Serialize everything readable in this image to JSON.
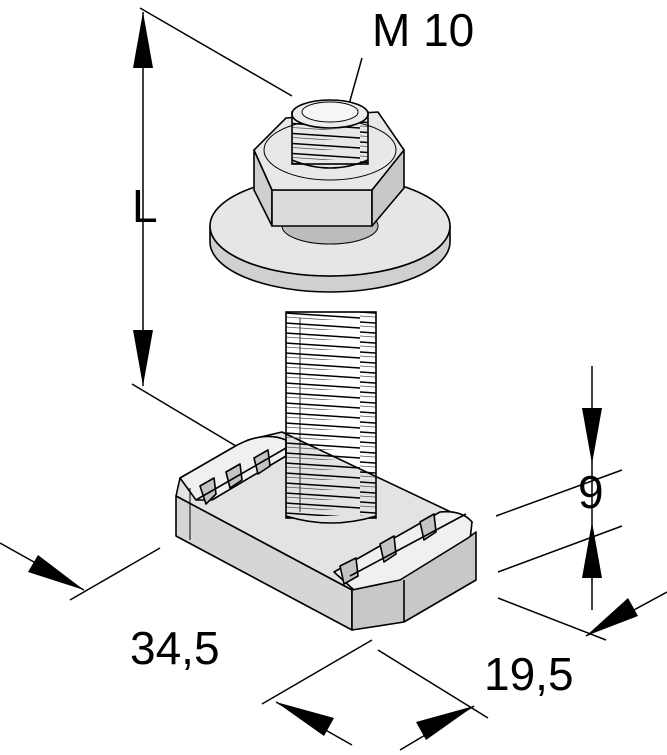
{
  "labels": {
    "thread": "M 10",
    "length": "L",
    "height": "9",
    "width": "34,5",
    "depth": "19,5"
  },
  "colors": {
    "part_fill": "#e3e3e3",
    "part_light": "#f0f0f0",
    "part_dark": "#c4c4c4",
    "line": "#000000"
  }
}
